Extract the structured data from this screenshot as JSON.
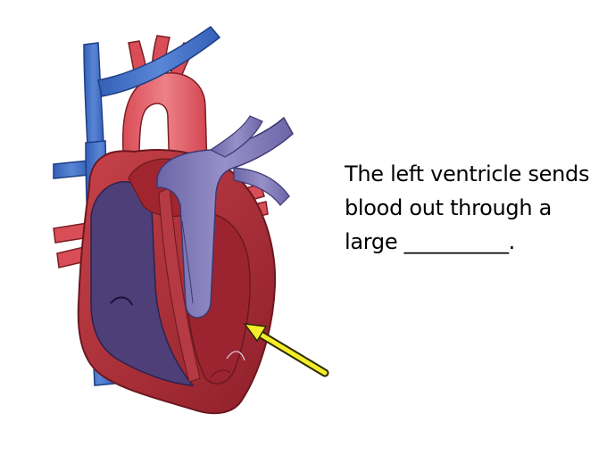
{
  "slide": {
    "question_lines": [
      "The left ventricle sends",
      "blood out through a",
      "large __________."
    ]
  },
  "colors": {
    "vein_blue": "#3f6fc2",
    "artery_red": "#e0626a",
    "pulmonary_purple": "#7f78b8",
    "myocardium_red": "#b8343e",
    "chamber_purple": "#4e3f78",
    "arrow_yellow": "#f4ee2a"
  },
  "icons": {
    "pointer": "arrow-icon"
  }
}
